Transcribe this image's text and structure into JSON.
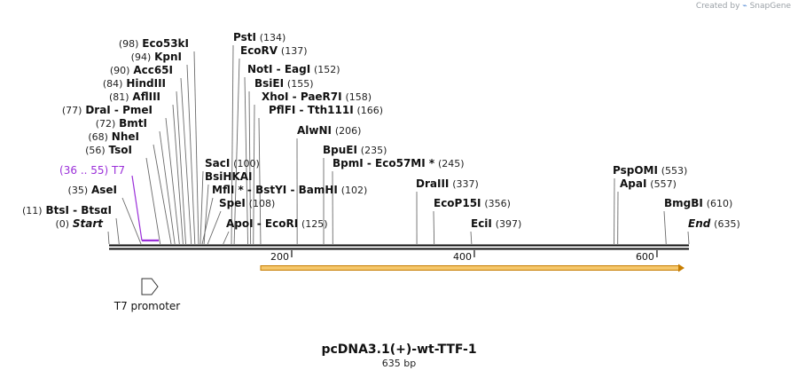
{
  "credit": {
    "prefix": "Created by",
    "brand": "SnapGene"
  },
  "plasmid": {
    "name": "pcDNA3.1(+)-wt-TTF-1",
    "size_label": "635 bp",
    "length": 635
  },
  "colors": {
    "backbone": "#111111",
    "feature_primer": "#9b30d9",
    "orf_fill": "#f5c76b",
    "orf_stroke": "#c77d00",
    "text": "#111111",
    "position_text": "#222222"
  },
  "ruler": {
    "ticks": [
      200,
      400,
      600
    ]
  },
  "features": [
    {
      "name": "T7 promoter",
      "kind": "promoter",
      "start": 36,
      "end": 55,
      "icon": "right-arrow-icon"
    }
  ],
  "primer_label": {
    "range": "(36 .. 55)",
    "name": "T7"
  },
  "orf": {
    "start": 171,
    "end": 635,
    "direction": "forward"
  },
  "sites": [
    {
      "pos": "(98)",
      "name": "Eco53kI",
      "cut": 98
    },
    {
      "pos": "(94)",
      "name": "KpnI",
      "cut": 94
    },
    {
      "pos": "(90)",
      "name": "Acc65I",
      "cut": 90
    },
    {
      "pos": "(84)",
      "name": "HindIII",
      "cut": 84
    },
    {
      "pos": "(81)",
      "name": "AflIII",
      "cut": 81
    },
    {
      "pos": "(77)",
      "name": "DraI  -  PmeI",
      "cut": 77
    },
    {
      "pos": "(72)",
      "name": "BmtI",
      "cut": 72
    },
    {
      "pos": "(68)",
      "name": "NheI",
      "cut": 68
    },
    {
      "pos": "(56)",
      "name": "TsoI",
      "cut": 56
    },
    {
      "pos": "(35)",
      "name": "AseI",
      "cut": 35
    },
    {
      "pos": "(11)",
      "name": "BtsI  -  BtsαI",
      "cut": 11
    },
    {
      "pos": "(0)",
      "name": "Start",
      "cut": 0,
      "italic": true
    },
    {
      "name": "PstI",
      "pos": "(134)",
      "cut": 134
    },
    {
      "name": "EcoRV",
      "pos": "(137)",
      "cut": 137
    },
    {
      "name": "NotI  -  EagI",
      "pos": "(152)",
      "cut": 152
    },
    {
      "name": "BsiEI",
      "pos": "(155)",
      "cut": 155
    },
    {
      "name": "XhoI  -  PaeR7I",
      "pos": "(158)",
      "cut": 158
    },
    {
      "name": "PflFI  -  Tth111I",
      "pos": "(166)",
      "cut": 166
    },
    {
      "name": "SacI",
      "pos": "(100)",
      "cut": 100
    },
    {
      "name": "BsiHKAI",
      "pos": "",
      "cut": 104
    },
    {
      "name": "MflI *  -  BstYI  -  BamHI",
      "pos": "(102)",
      "cut": 102
    },
    {
      "name": "SpeI",
      "pos": "(108)",
      "cut": 108
    },
    {
      "name": "ApoI  -  EcoRI",
      "pos": "(125)",
      "cut": 125
    },
    {
      "name": "AlwNI",
      "pos": "(206)",
      "cut": 206
    },
    {
      "name": "BpuEI",
      "pos": "(235)",
      "cut": 235
    },
    {
      "name": "BpmI  -  Eco57MI *",
      "pos": "(245)",
      "cut": 245
    },
    {
      "name": "DraIII",
      "pos": "(337)",
      "cut": 337
    },
    {
      "name": "EcoP15I",
      "pos": "(356)",
      "cut": 356
    },
    {
      "name": "EciI",
      "pos": "(397)",
      "cut": 397
    },
    {
      "name": "PspOMI",
      "pos": "(553)",
      "cut": 553
    },
    {
      "name": "ApaI",
      "pos": "(557)",
      "cut": 557
    },
    {
      "name": "BmgBI",
      "pos": "(610)",
      "cut": 610
    },
    {
      "name": "End",
      "pos": "(635)",
      "cut": 635,
      "italic": true
    }
  ]
}
